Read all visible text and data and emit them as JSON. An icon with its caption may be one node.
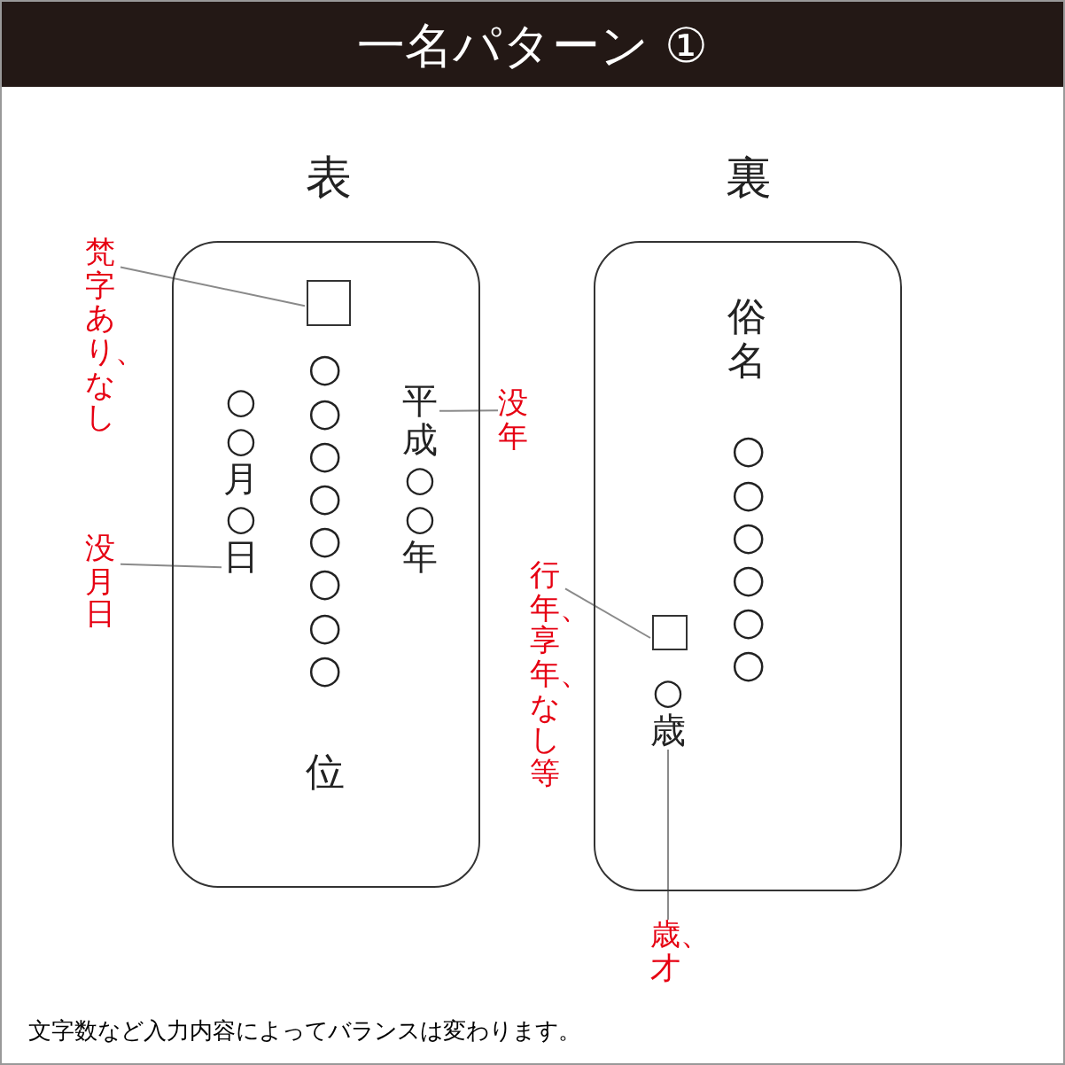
{
  "diagram": {
    "title": "一名パターン ①",
    "caption": "文字数など入力内容によってバランスは変わります。",
    "nodes": [
      {
        "text": [
          "表",
          "○○○○○○○○",
          "位"
        ]
      },
      {
        "text": [],
        "shape": "box",
        "in": 0
      },
      {
        "text": [
          "平成○○年"
        ],
        "in": 0
      },
      {
        "text": [
          "○○月○日"
        ],
        "in": 0
      },
      {
        "text": [
          "梵字あり、なし"
        ]
      },
      {
        "text": [
          "没年"
        ]
      },
      {
        "text": [
          "没月日"
        ]
      },
      {
        "text": [
          "裏",
          "俗名",
          "○○○○○○"
        ]
      },
      {
        "text": [],
        "shape": "box",
        "in": 7
      },
      {
        "text": [
          "○歳"
        ],
        "in": 7
      },
      {
        "text": [
          "行年、享年、なし等"
        ]
      },
      {
        "text": [
          "歳、才"
        ]
      }
    ],
    "edges": [
      {
        "from": 4,
        "to": 1,
        "arrow": "none"
      },
      {
        "from": 5,
        "to": 2,
        "arrow": "none"
      },
      {
        "from": 6,
        "to": 3,
        "arrow": "none"
      },
      {
        "from": 10,
        "to": 8,
        "arrow": "none"
      },
      {
        "from": 11,
        "to": 9,
        "arrow": "none"
      }
    ]
  }
}
